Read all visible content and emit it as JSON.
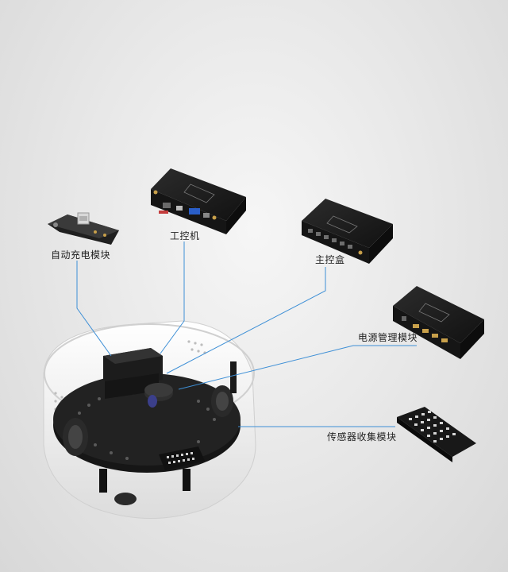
{
  "labels": {
    "charging_module": "自动充电模块",
    "ipc": "工控机",
    "main_control_box": "主控盒",
    "power_module": "电源管理模块",
    "sensor_module": "传感器收集模块"
  },
  "colors": {
    "leader_line": "#3d8fd6",
    "device_body": "#1b1b1b",
    "device_highlight": "#3a3a3a",
    "connector_gold": "#c8a04a",
    "shell_white": "#f2f2f2"
  }
}
